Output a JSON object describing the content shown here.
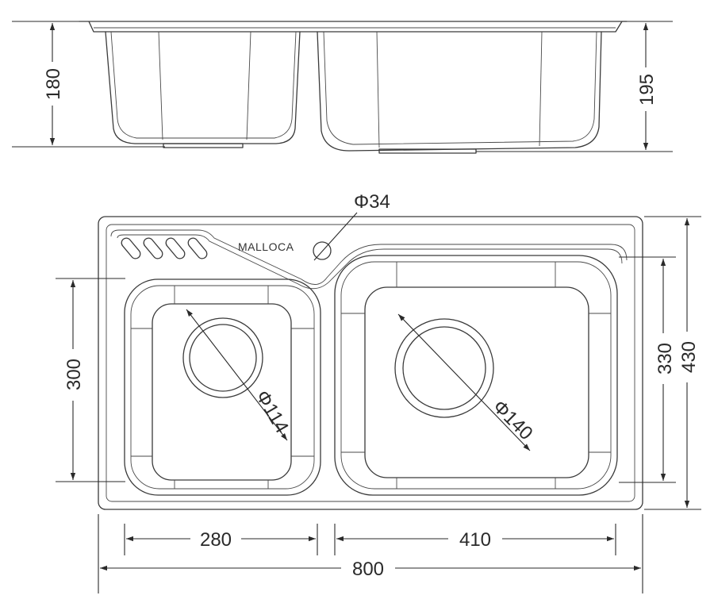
{
  "brand": {
    "label": "MALLOCA"
  },
  "side_view": {
    "left_depth": "180",
    "right_depth": "195"
  },
  "top_view": {
    "tap_hole": "Φ34",
    "left_drain": "Φ114",
    "right_drain": "Φ140",
    "overall_depth": "430",
    "right_bowl_depth": "330",
    "left_bowl_depth": "300",
    "left_bowl_width": "280",
    "right_bowl_width": "410",
    "overall_width": "800"
  },
  "colors": {
    "line": "#3a3a3a",
    "dimension": "#2a2a2a",
    "background": "#ffffff"
  }
}
